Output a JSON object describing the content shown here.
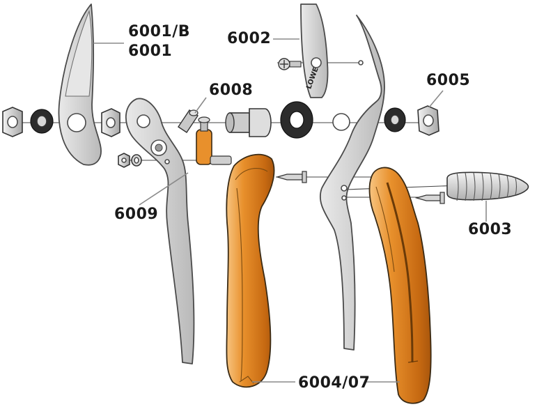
{
  "labels": {
    "p6001b": "6001/B",
    "p6001": "6001",
    "p6002": "6002",
    "p6005": "6005",
    "p6008": "6008",
    "p6009": "6009",
    "p6003": "6003",
    "p6004": "6004/07"
  },
  "colors": {
    "steel": "#cfcfcf",
    "grip": "#e8902c",
    "outline": "#4a4a4a",
    "leader": "#8a8a8a"
  }
}
